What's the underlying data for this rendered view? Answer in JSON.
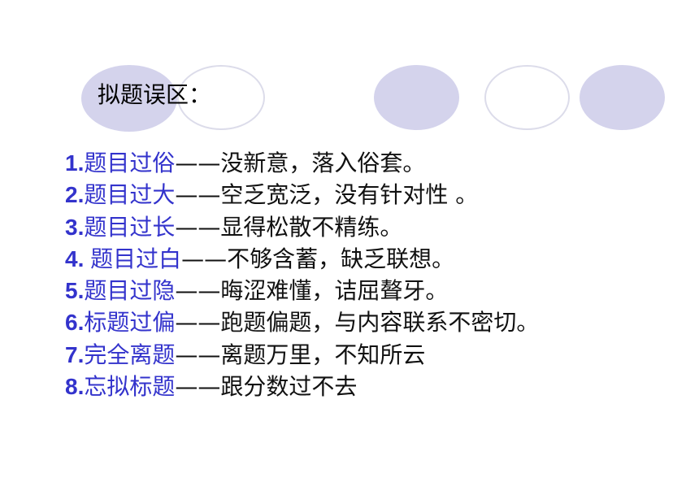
{
  "title": "拟题误区：",
  "items": [
    {
      "num": "1.",
      "topic": "题目过俗",
      "dash": "——",
      "desc": "没新意，落入俗套。"
    },
    {
      "num": "2.",
      "topic": "题目过大",
      "dash": "——",
      "desc": "空乏宽泛，没有针对性 。"
    },
    {
      "num": "3.",
      "topic": "题目过长",
      "dash": "——",
      "desc": "显得松散不精练。"
    },
    {
      "num": "4. ",
      "topic": "题目过白",
      "dash": "——",
      "desc": "不够含蓄，缺乏联想。"
    },
    {
      "num": "5.",
      "topic": "题目过隐",
      "dash": "——",
      "desc": "晦涩难懂，诘屈聱牙。"
    },
    {
      "num": "6.",
      "topic": "标题过偏",
      "dash": "——",
      "desc": "跑题偏题，与内容联系不密切。"
    },
    {
      "num": "7.",
      "topic": "完全离题",
      "dash": "——",
      "desc": "离题万里，不知所云"
    },
    {
      "num": "8.",
      "topic": "忘拟标题",
      "dash": "——",
      "desc": "跟分数过不去"
    }
  ],
  "colors": {
    "topic": "#3333cc",
    "text": "#111111",
    "circle_fill": "#d4d3ec",
    "circle_outline": "#dcdcea"
  }
}
